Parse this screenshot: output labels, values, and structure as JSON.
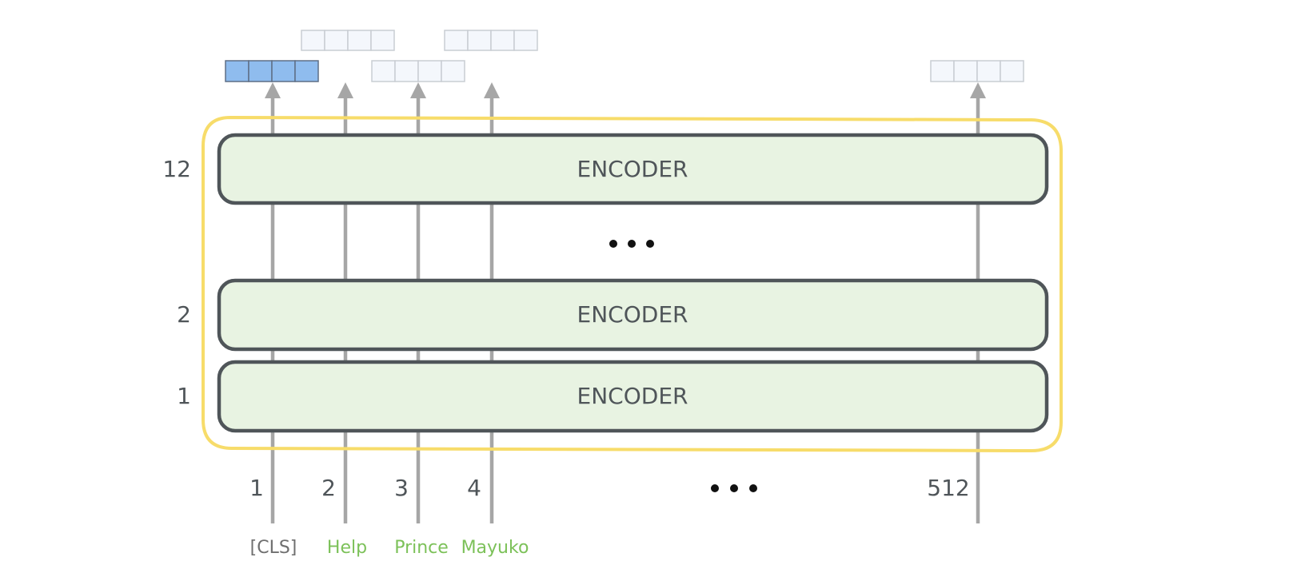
{
  "encoders": [
    {
      "layer": "12",
      "label": "ENCODER"
    },
    {
      "layer": "2",
      "label": "ENCODER"
    },
    {
      "layer": "1",
      "label": "ENCODER"
    }
  ],
  "positions": [
    "1",
    "2",
    "3",
    "4",
    "512"
  ],
  "tokens": [
    "[CLS]",
    "Help",
    "Prince",
    "Mayuko"
  ],
  "colors": {
    "frame": "#f7dc6a",
    "encoder_fill": "#e8f3e2",
    "encoder_stroke": "#4f5559",
    "cls_vector": "#8fbcee",
    "output_vector": "#f4f7fc",
    "arrow": "#a6a6a6",
    "token_word": "#7cc159"
  }
}
